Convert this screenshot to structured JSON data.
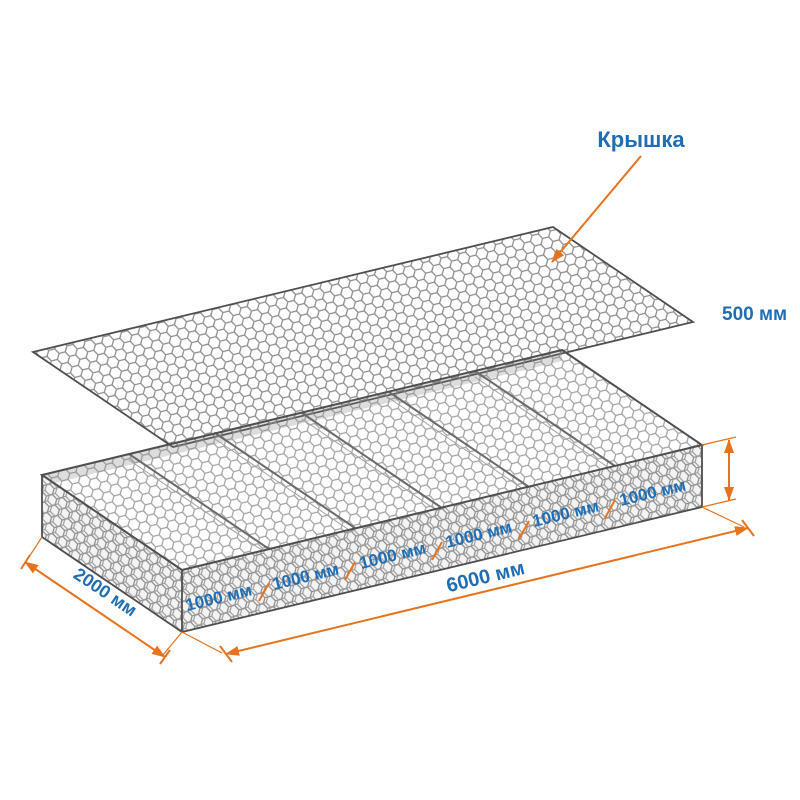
{
  "diagram": {
    "lid_label": "Крышка",
    "dimensions": {
      "height": "500 мм",
      "depth": "2000 мм",
      "total_length": "6000 мм",
      "segments": [
        "1000 мм",
        "1000 мм",
        "1000 мм",
        "1000 мм",
        "1000 мм",
        "1000 мм"
      ]
    },
    "colors": {
      "dimension_line": "#E8731E",
      "dimension_text": "#1F6EB5",
      "mesh": "#8A8A8A",
      "outline": "#4F4F4F",
      "background": "#FFFFFF"
    }
  }
}
